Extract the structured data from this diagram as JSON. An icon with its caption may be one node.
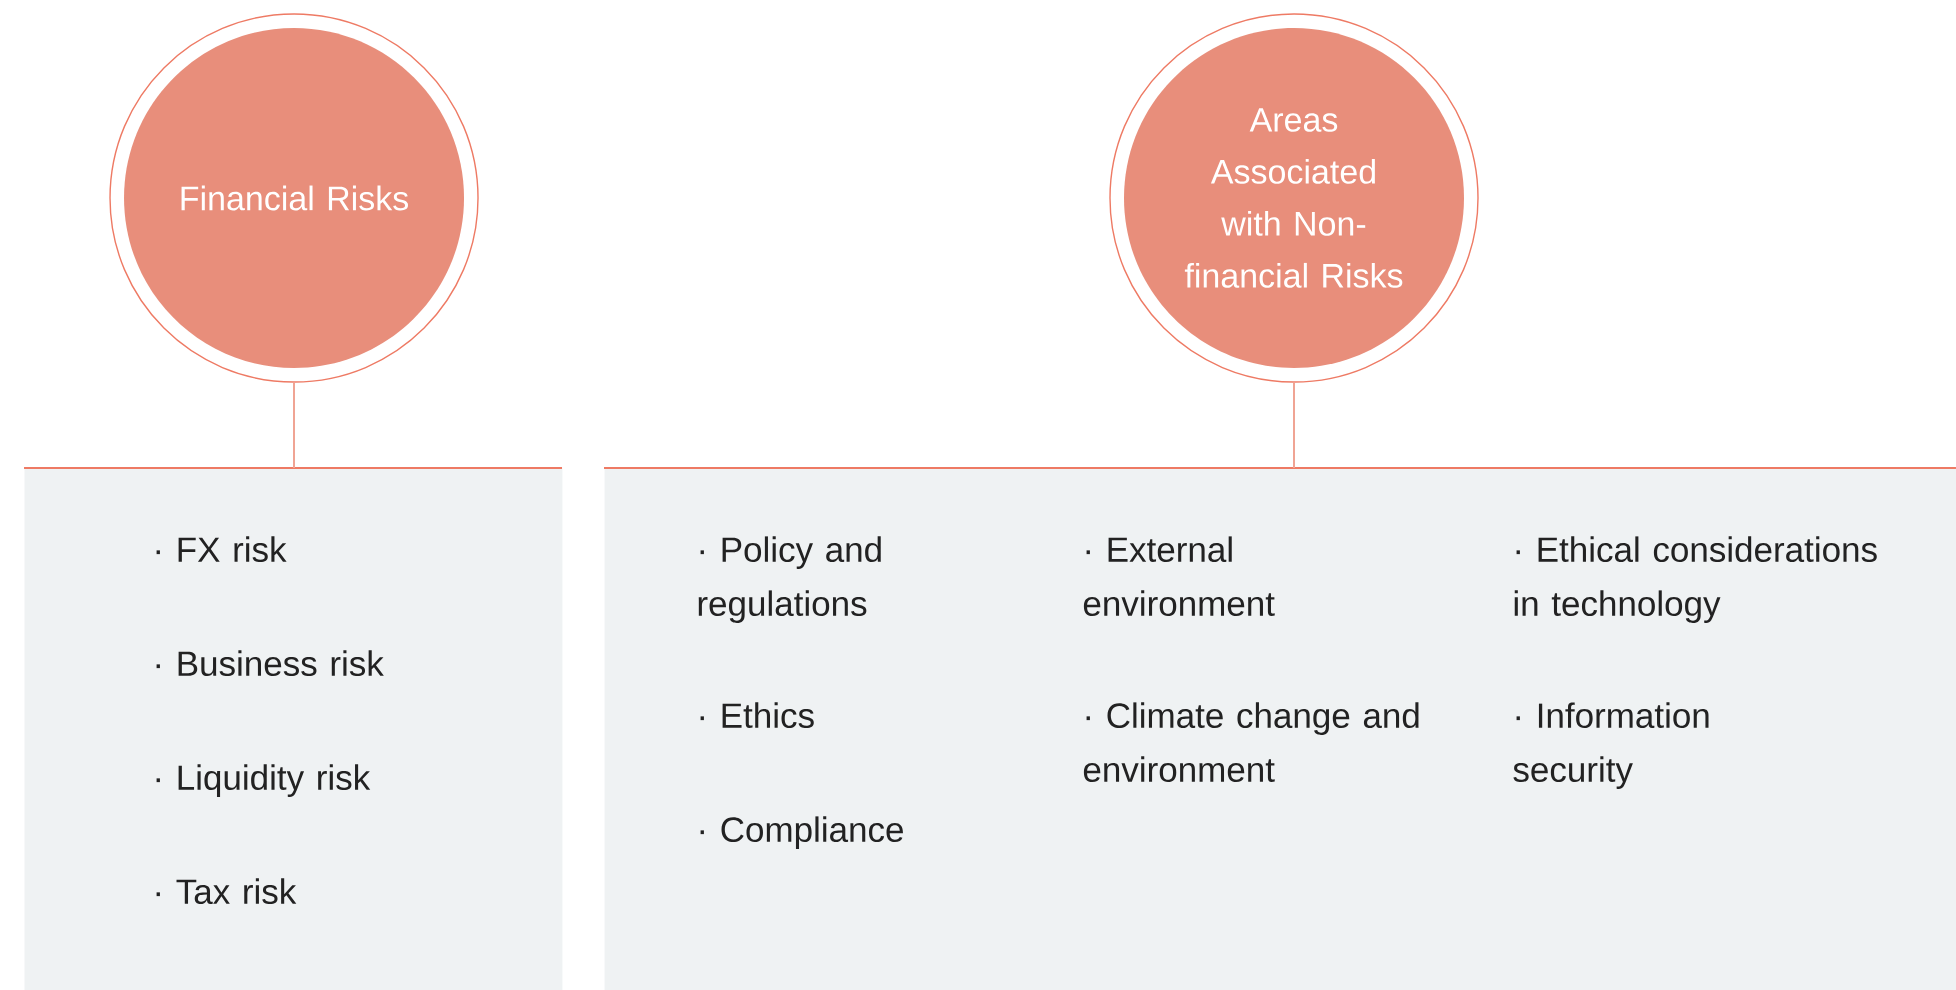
{
  "diagram": {
    "nodes": [
      {
        "text": [
          "Financial Risks"
        ]
      },
      {
        "text": [
          "· FX risk",
          "· Business risk",
          "· Liquidity risk",
          "· Tax risk"
        ]
      },
      {
        "text": [
          "Areas Associated with Non-financial Risks"
        ]
      },
      {
        "text": [
          "· Policy and regulations",
          "· Ethics",
          "· Compliance",
          "· External environment",
          "· Climate change and environment",
          "· Ethical considerations in technology",
          "· Information security"
        ]
      }
    ],
    "edges": [
      {
        "from": 0,
        "to": 1,
        "arrow": "none"
      },
      {
        "from": 2,
        "to": 3,
        "arrow": "none"
      }
    ]
  }
}
